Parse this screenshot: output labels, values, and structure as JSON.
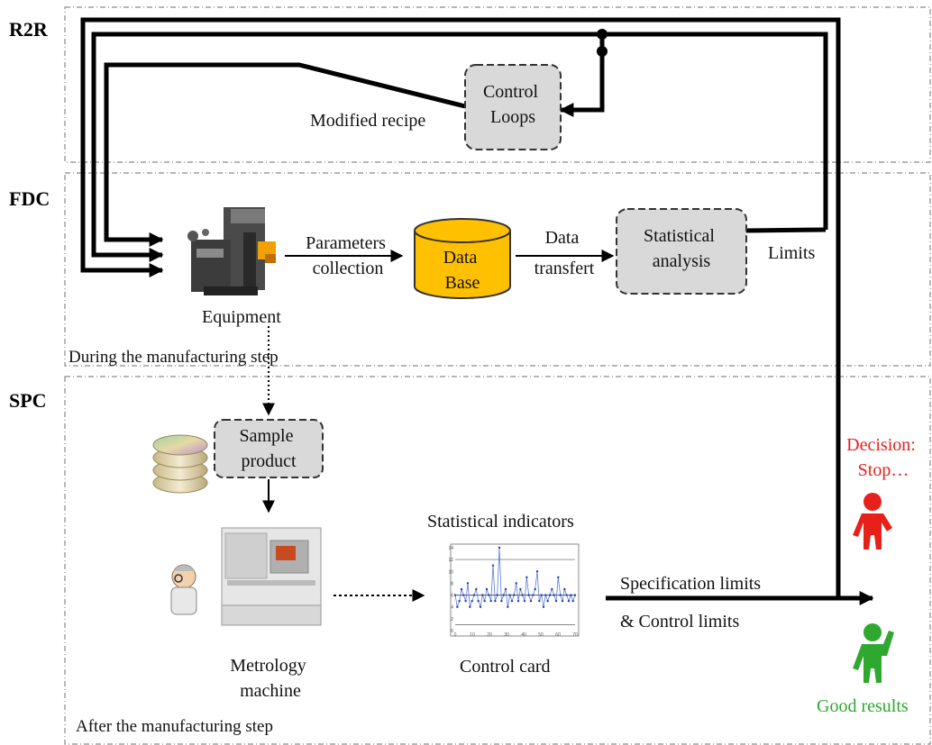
{
  "sections": {
    "r2r": "R2R",
    "fdc": "FDC",
    "spc": "SPC"
  },
  "nodes": {
    "control_loops": [
      "Control",
      "Loops"
    ],
    "modified_recipe": "Modified recipe",
    "parameters_collection": [
      "Parameters",
      "collection"
    ],
    "data_base": [
      "Data",
      "Base"
    ],
    "data_transfert": [
      "Data",
      "transfert"
    ],
    "statistical_analysis": [
      "Statistical",
      "analysis"
    ],
    "limits": "Limits",
    "equipment": "Equipment",
    "during_step": "During the manufacturing step",
    "sample_product": [
      "Sample",
      "product"
    ],
    "metrology_machine": [
      "Metrology",
      "machine"
    ],
    "statistical_indicators": "Statistical indicators",
    "control_card": "Control card",
    "spec_limits": "Specification limits",
    "control_limits": "& Control limits",
    "decision": [
      "Decision:",
      "Stop…"
    ],
    "good_results": "Good results",
    "after_step": "After the manufacturing step"
  },
  "colors": {
    "database": "#ffc000",
    "decision": "#e8201a",
    "good": "#2ea82e",
    "box_fill": "#d9d9d9"
  },
  "control_card_chart": {
    "type": "line",
    "x_ticks": [
      "0",
      "10",
      "20",
      "30",
      "40",
      "50",
      "60",
      "70"
    ],
    "y_ticks": [
      "0",
      "2",
      "4",
      "6",
      "8",
      "10",
      "12",
      "14"
    ],
    "values": [
      6,
      4,
      5,
      7,
      6,
      5,
      8,
      4,
      5,
      6,
      7,
      5,
      4,
      6,
      5,
      7,
      6,
      5,
      11,
      5,
      6,
      14,
      5,
      6,
      7,
      4,
      6,
      5,
      6,
      8,
      5,
      7,
      6,
      5,
      9,
      6,
      5,
      6,
      7,
      10,
      5,
      6,
      4,
      6,
      5,
      6,
      7,
      6,
      5,
      9,
      6,
      5,
      7,
      6,
      5,
      6,
      5,
      6
    ]
  }
}
